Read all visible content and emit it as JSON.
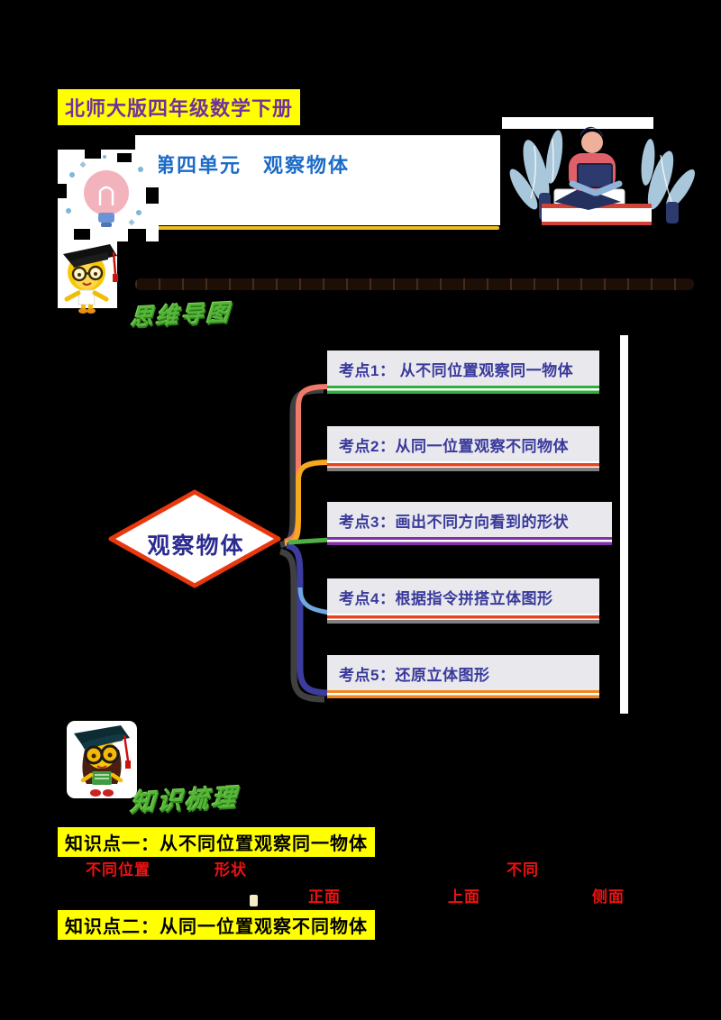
{
  "title": {
    "book": "北师大版四年级数学下册",
    "unit": "第四单元　观察物体"
  },
  "section_labels": {
    "mindmap": "思维导图",
    "knowledge": "知识梳理"
  },
  "mindmap": {
    "root": "观察物体",
    "nodes": [
      {
        "label": "考点1： 从不同位置观察同一物体",
        "underline_color": "#2fae3e",
        "branch_color": "#f0796a"
      },
      {
        "label": "考点2：从同一位置观察不同物体",
        "underline_color": "#e8431c",
        "branch_color": "#f6a81e"
      },
      {
        "label": "考点3：画出不同方向看到的形状",
        "underline_color": "#8031a7",
        "branch_color": "#4faf46"
      },
      {
        "label": "考点4：根据指令拼搭立体图形",
        "underline_color": "#e8431c",
        "branch_color": "#6fa8dc"
      },
      {
        "label": "考点5：还原立体图形",
        "underline_color": "#f0861c",
        "branch_color": "#3c3c9d"
      }
    ],
    "root_border_color": "#e8380d",
    "root_text_color": "#2b2b90",
    "node_bg": "#e9e9ed",
    "node_text_color": "#39399b"
  },
  "knowledge_points": [
    {
      "heading": "知识点一：从不同位置观察同一物体"
    },
    {
      "heading": "知识点二：从同一位置观察不同物体"
    }
  ],
  "red_fragments": {
    "row1": [
      "不同位置",
      "形状",
      "不同"
    ],
    "row2": [
      "正面",
      "上面",
      "侧面"
    ]
  },
  "colors": {
    "page_bg": "#000000",
    "highlight_yellow": "#ffff00",
    "book_title_text": "#7030a0",
    "unit_title_text": "#1b6bc8",
    "divider_yellow": "#eebd20",
    "graffiti_green": "#55b637",
    "fragment_red": "#ee1111"
  }
}
